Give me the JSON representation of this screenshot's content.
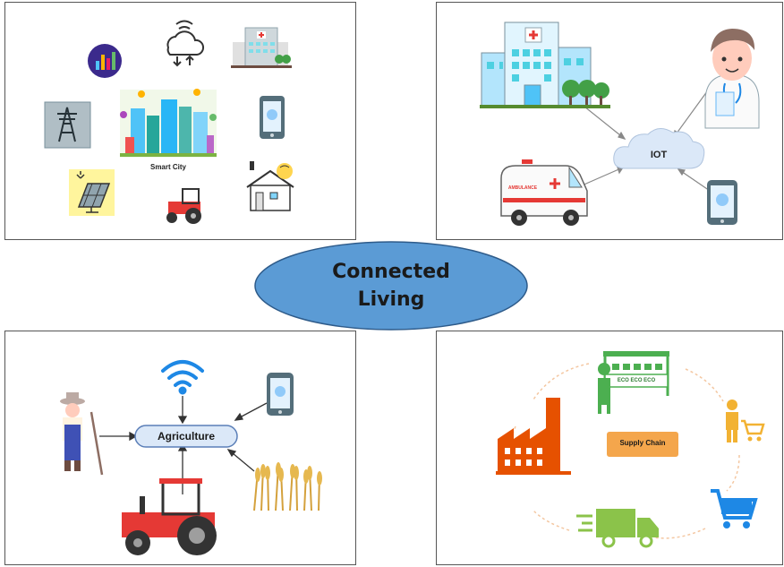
{
  "center": {
    "line1": "Connected",
    "line2": "Living"
  },
  "smart_city": {
    "label": "Smart City"
  },
  "healthcare": {
    "hub": "IOT",
    "ambulance_text": "AMBULANCE"
  },
  "agriculture": {
    "hub": "Agriculture"
  },
  "supply_chain": {
    "hub": "Supply Chain",
    "shelf_tag": "ECO ECO ECO"
  },
  "colors": {
    "ellipse": "#5b9bd5",
    "cloud": "#dbe8f8",
    "hub_pill": "#dbe8f8",
    "supply_box": "#f4a64c",
    "brand_green": "#4caf50"
  }
}
